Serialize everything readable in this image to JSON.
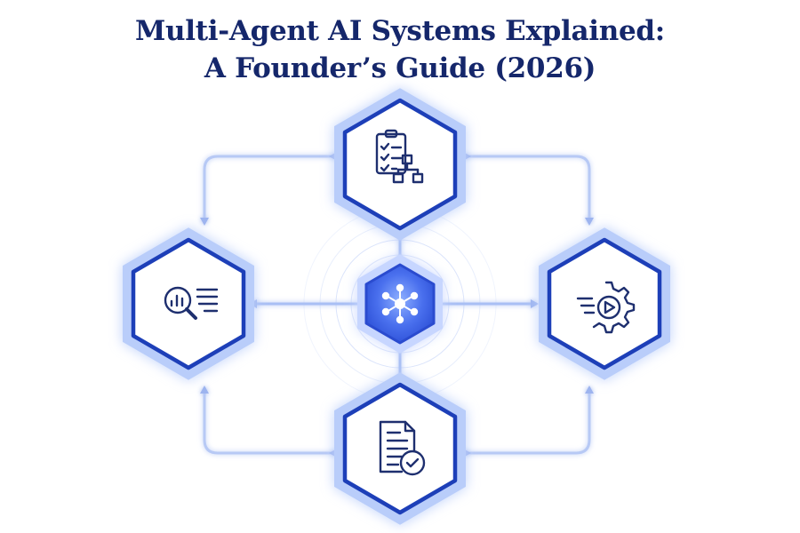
{
  "title": {
    "line1": "Multi-Agent AI Systems Explained:",
    "line2": "A Founder’s Guide (2026)"
  },
  "diagram": {
    "hub": {
      "icon": "network-hub-icon"
    },
    "nodes": [
      {
        "id": "top",
        "icon": "clipboard-flowchart-icon"
      },
      {
        "id": "left",
        "icon": "magnifier-analytics-icon"
      },
      {
        "id": "right",
        "icon": "gear-play-icon"
      },
      {
        "id": "bottom",
        "icon": "document-check-icon"
      }
    ],
    "colors": {
      "title": "#15276b",
      "hexagon_border": "#1d3fb8",
      "hexagon_glow": "#9bb6ff",
      "icon_stroke": "#1e2f6f",
      "connector": "#b7c9f5",
      "hub_fill": "#3d63e6"
    }
  }
}
